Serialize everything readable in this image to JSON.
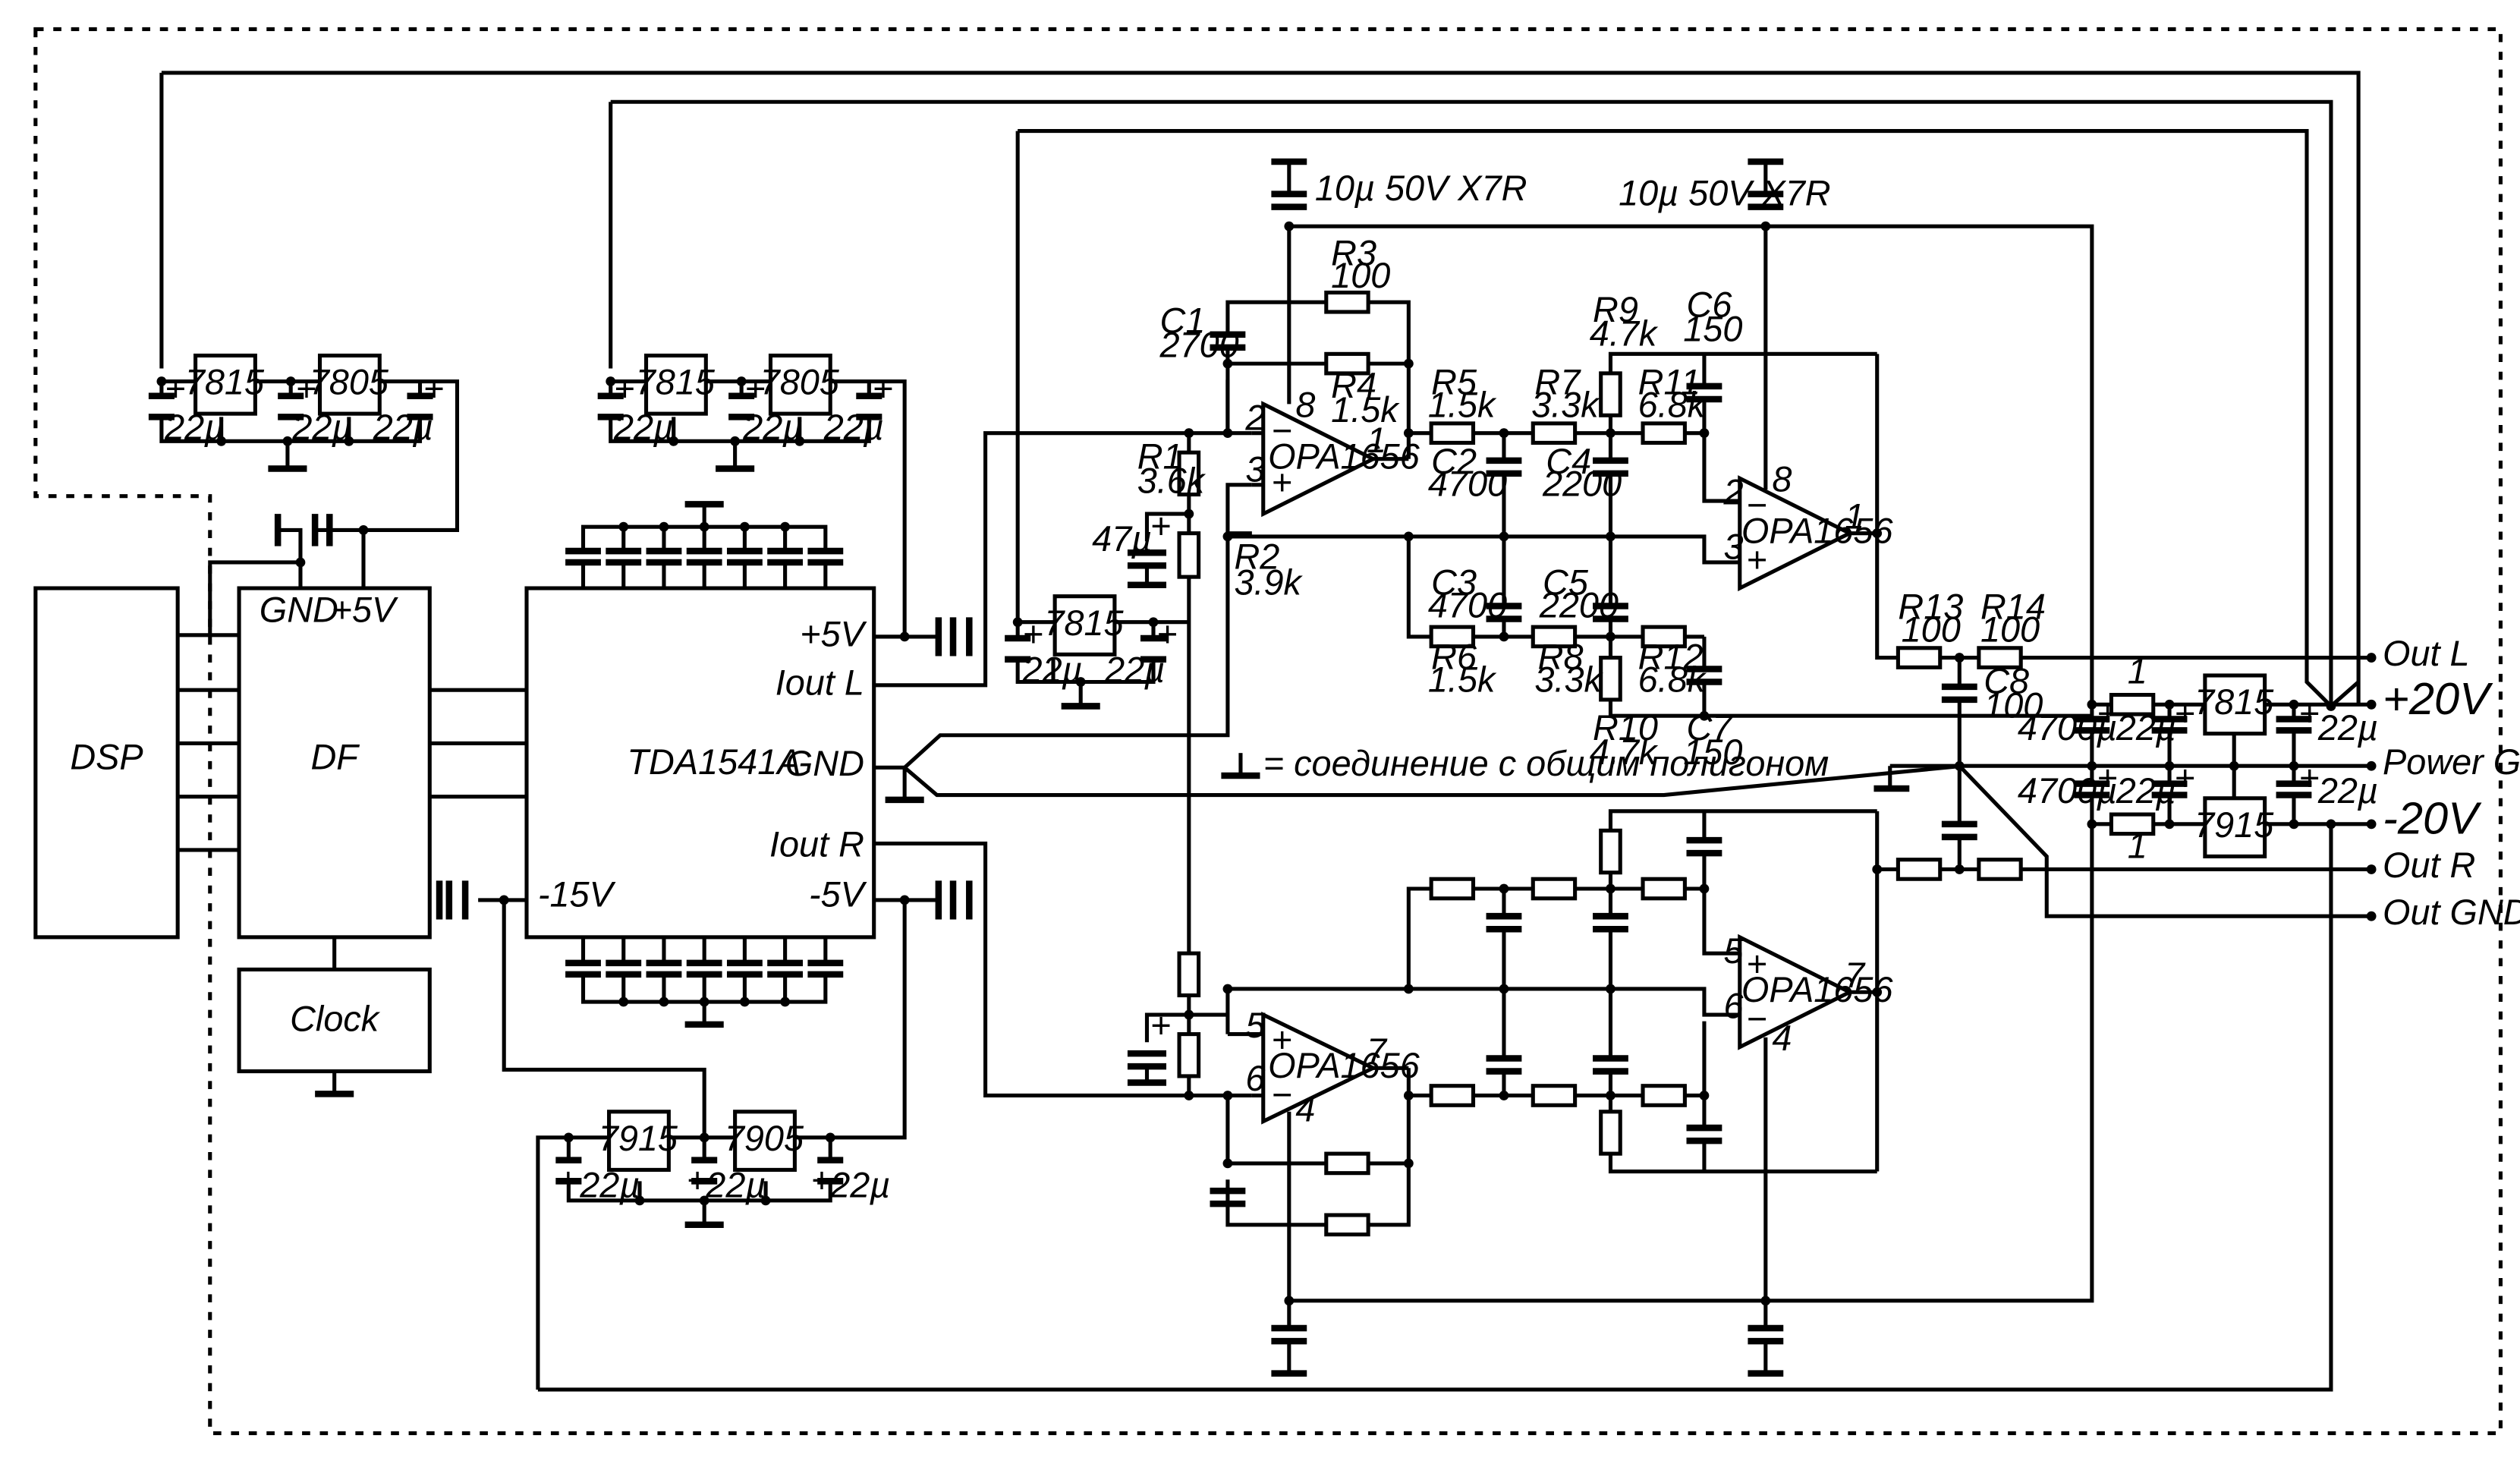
{
  "blocks": {
    "dsp": "DSP",
    "df": "DF",
    "df_gnd": "GND",
    "df_5v": "+5V",
    "clock": "Clock",
    "tda": "TDA1541A",
    "tda_p5": "+5V",
    "tda_iout_l": "Iout L",
    "tda_gnd": "GND",
    "tda_iout_r": "Iout R",
    "tda_m5": "-5V",
    "tda_m15": "-15V"
  },
  "regulators": {
    "r1": "7815",
    "r2": "7805",
    "r3": "7815",
    "r4": "7805",
    "r5": "7815",
    "r6": "7915",
    "r7": "7905",
    "r8": "7815",
    "r9": "7915"
  },
  "caps22": "22µ",
  "cap47": "47µ",
  "cap4700": "4700µ",
  "res1": "1",
  "decap": "10µ 50V X7R",
  "plus": "+",
  "opamps": {
    "name": "OPA1656",
    "u1_in_neg": "2",
    "u1_in_pos": "3",
    "u1_out": "1",
    "u1_vp": "8",
    "u2_in_neg": "2",
    "u2_in_pos": "3",
    "u2_out": "1",
    "u2_vp": "8",
    "u3_in_pos": "5",
    "u3_in_neg": "6",
    "u3_out": "7",
    "u3_vm": "4",
    "u4_in_pos": "5",
    "u4_in_neg": "6",
    "u4_out": "7",
    "u4_vm": "4",
    "minus": "−"
  },
  "parts": {
    "C1": "C1",
    "C1v": "2700",
    "R1": "R1",
    "R1v": "3.6k",
    "R2": "R2",
    "R2v": "3.9k",
    "R3": "R3",
    "R3v": "100",
    "R4": "R4",
    "R4v": "1.5k",
    "R5": "R5",
    "R5v": "1.5k",
    "C2": "C2",
    "C2v": "4700",
    "R7": "R7",
    "R7v": "3.3k",
    "C4": "C4",
    "C4v": "2200",
    "R9": "R9",
    "R9v": "4.7k",
    "C6": "C6",
    "C6v": "150",
    "R11": "R11",
    "R11v": "6.8k",
    "C3": "C3",
    "C3v": "4700",
    "C5": "C5",
    "C5v": "2200",
    "R6": "R6",
    "R6v": "1.5k",
    "R8": "R8",
    "R8v": "3.3k",
    "R12": "R12",
    "R12v": "6.8k",
    "R10": "R10",
    "R10v": "4.7k",
    "C7": "C7",
    "C7v": "150",
    "R13": "R13",
    "R13v": "100",
    "R14": "R14",
    "R14v": "100",
    "C8": "C8",
    "C8v": "100"
  },
  "note": "= соединение с общим полигоном",
  "terminals": {
    "out_l": "Out L",
    "p20": "+20V",
    "pgnd": "Power GND",
    "m20": "-20V",
    "out_r": "Out R",
    "out_gnd": "Out GND"
  }
}
